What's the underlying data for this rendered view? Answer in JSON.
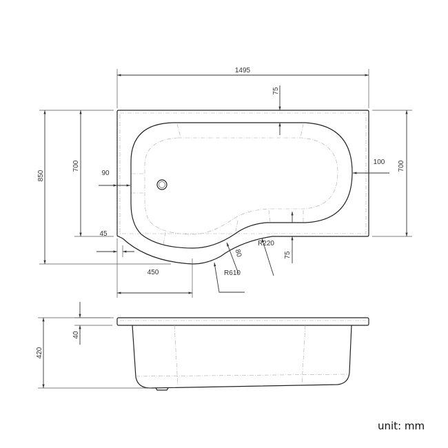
{
  "drawing": {
    "dimensions": {
      "overall_length": "1495",
      "overall_width": "850",
      "rim_width_left": "700",
      "rim_width_right": "700",
      "left_rim_offset": "90",
      "right_rim_offset": "100",
      "top_rim_offset": "75",
      "bottom_rim_offset": "75",
      "curve_offset": "45",
      "ledge_width": "80",
      "inner_radius": "R220",
      "outer_radius": "R610",
      "curve_start": "450",
      "rim_thickness": "40",
      "height": "420"
    },
    "unit_label": "unit: mm"
  }
}
